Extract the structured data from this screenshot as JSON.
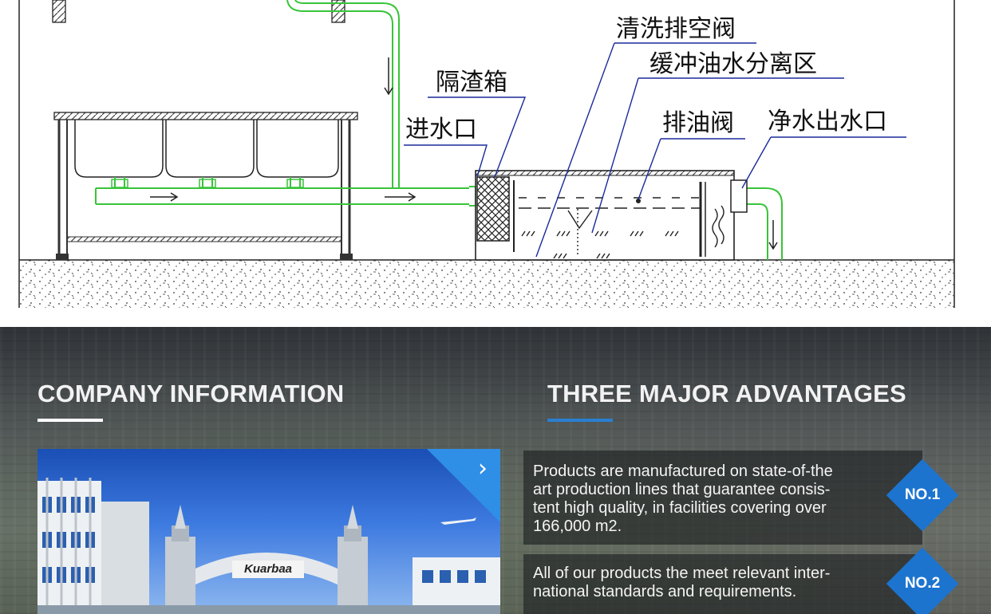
{
  "diagram": {
    "labels": {
      "clean_drain_valve": "清洗排空阀",
      "buffer_zone": "缓冲油水分离区",
      "residue_box": "隔渣箱",
      "oil_drain_valve": "排油阀",
      "water_inlet": "进水口",
      "clean_water_outlet": "净水出水口"
    },
    "colors": {
      "pipe": "#39c43a",
      "leader": "#1a2a9c",
      "ink": "#222222"
    }
  },
  "company": {
    "heading": "COMPANY INFORMATION",
    "photo_logo": "Kuarbaa",
    "next_icon": "chevron-right-icon"
  },
  "advantages": {
    "heading": "THREE MAJOR ADVANTAGES",
    "items": [
      {
        "badge": "NO.1",
        "lines": [
          "Products are manufactured on state-of-the",
          "art production lines that guarantee consis-",
          "tent high quality, in facilities covering over",
          "166,000 m2."
        ]
      },
      {
        "badge": "NO.2",
        "lines": [
          "All of our products the meet relevant inter-",
          "national standards and requirements."
        ]
      }
    ],
    "colors": {
      "accent": "#1c74cf"
    }
  }
}
